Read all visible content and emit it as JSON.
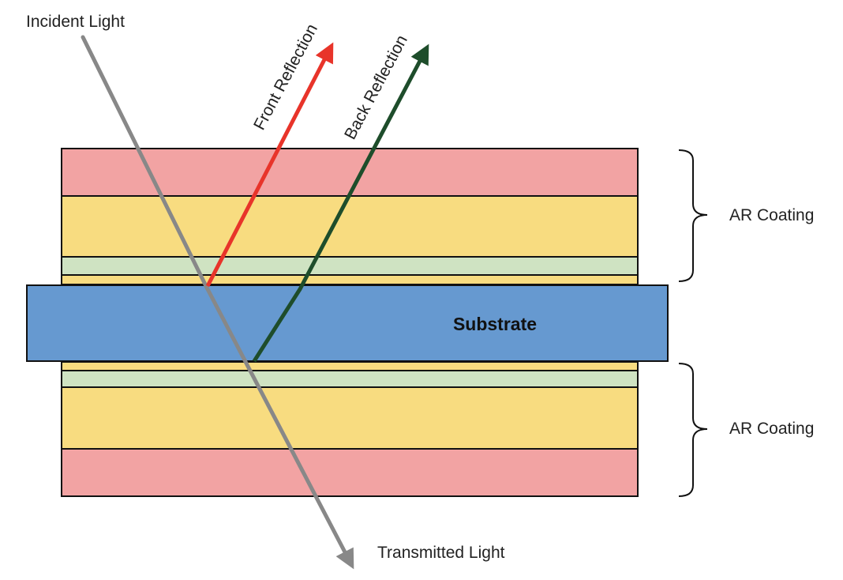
{
  "labels": {
    "incident": "Incident Light",
    "front_reflection": "Front Reflection",
    "back_reflection": "Back Reflection",
    "substrate": "Substrate",
    "ar_coating_top": "AR Coating",
    "ar_coating_bottom": "AR Coating",
    "transmitted": "Transmitted Light"
  },
  "colors": {
    "layer_red": "#f2a3a3",
    "layer_yellow": "#f8dc80",
    "layer_green": "#cfe3c2",
    "substrate": "#6699d0",
    "incident_ray": "#888888",
    "front_ray": "#e8342a",
    "back_ray": "#1e4d2b"
  }
}
